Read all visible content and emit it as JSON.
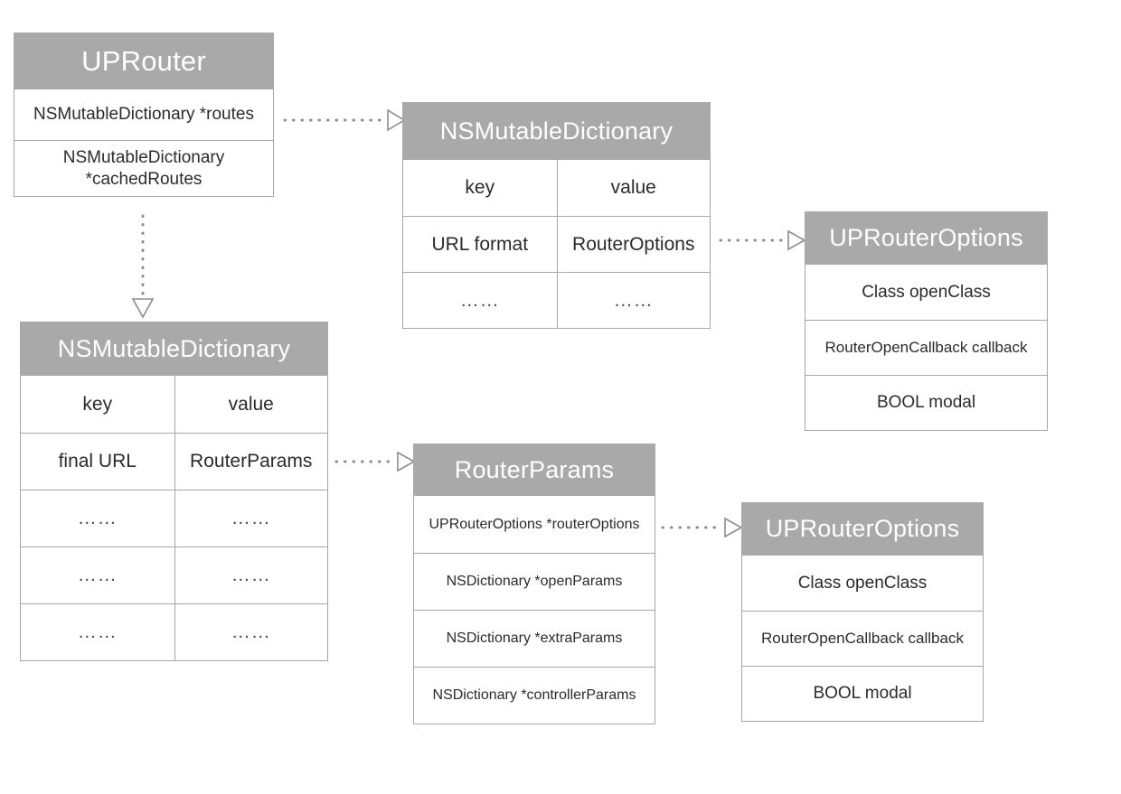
{
  "diagram": {
    "title": "UPRouter class relationship diagram",
    "colors": {
      "header_bg": "#a9a9a9",
      "header_text": "#ffffff",
      "border": "#a6a6a6",
      "row_text": "#2b2b2b",
      "connector": "#8c8c8c",
      "canvas_bg": "#ffffff"
    },
    "ellipsis": "……"
  },
  "boxes": {
    "uprouter": {
      "title": "UPRouter",
      "rows": [
        {
          "text": "NSMutableDictionary *routes"
        },
        {
          "text": "NSMutableDictionary\n*cachedRoutes"
        }
      ]
    },
    "dict_routes": {
      "title": "NSMutableDictionary",
      "rows": [
        {
          "key": "key",
          "value": "value"
        },
        {
          "key": "URL format",
          "value": "RouterOptions"
        },
        {
          "key": "……",
          "value": "……"
        }
      ]
    },
    "opts_top": {
      "title": "UPRouterOptions",
      "rows": [
        {
          "text": "Class openClass"
        },
        {
          "text": "RouterOpenCallback callback"
        },
        {
          "text": "BOOL modal"
        }
      ]
    },
    "dict_cached": {
      "title": "NSMutableDictionary",
      "rows": [
        {
          "key": "key",
          "value": "value"
        },
        {
          "key": "final URL",
          "value": "RouterParams"
        },
        {
          "key": "……",
          "value": "……"
        },
        {
          "key": "……",
          "value": "……"
        },
        {
          "key": "……",
          "value": "……"
        }
      ]
    },
    "routerparams": {
      "title": "RouterParams",
      "rows": [
        {
          "text": "UPRouterOptions *routerOptions"
        },
        {
          "text": "NSDictionary *openParams"
        },
        {
          "text": "NSDictionary *extraParams"
        },
        {
          "text": "NSDictionary *controllerParams"
        }
      ]
    },
    "opts_bottom": {
      "title": "UPRouterOptions",
      "rows": [
        {
          "text": "Class openClass"
        },
        {
          "text": "RouterOpenCallback callback"
        },
        {
          "text": "BOOL modal"
        }
      ]
    }
  },
  "connectors": [
    {
      "name": "uprouter-routes-to-dict-routes",
      "style": "dotted-hollow-arrow",
      "direction": "right"
    },
    {
      "name": "uprouter-cachedroutes-to-dict-cached",
      "style": "dotted-hollow-arrow",
      "direction": "down"
    },
    {
      "name": "dict-routes-value-to-uprouteroptions",
      "style": "dotted-hollow-arrow",
      "direction": "right"
    },
    {
      "name": "dict-cached-value-to-routerparams",
      "style": "dotted-hollow-arrow",
      "direction": "right"
    },
    {
      "name": "routerparams-to-uprouteroptions",
      "style": "dotted-hollow-arrow",
      "direction": "right"
    }
  ]
}
